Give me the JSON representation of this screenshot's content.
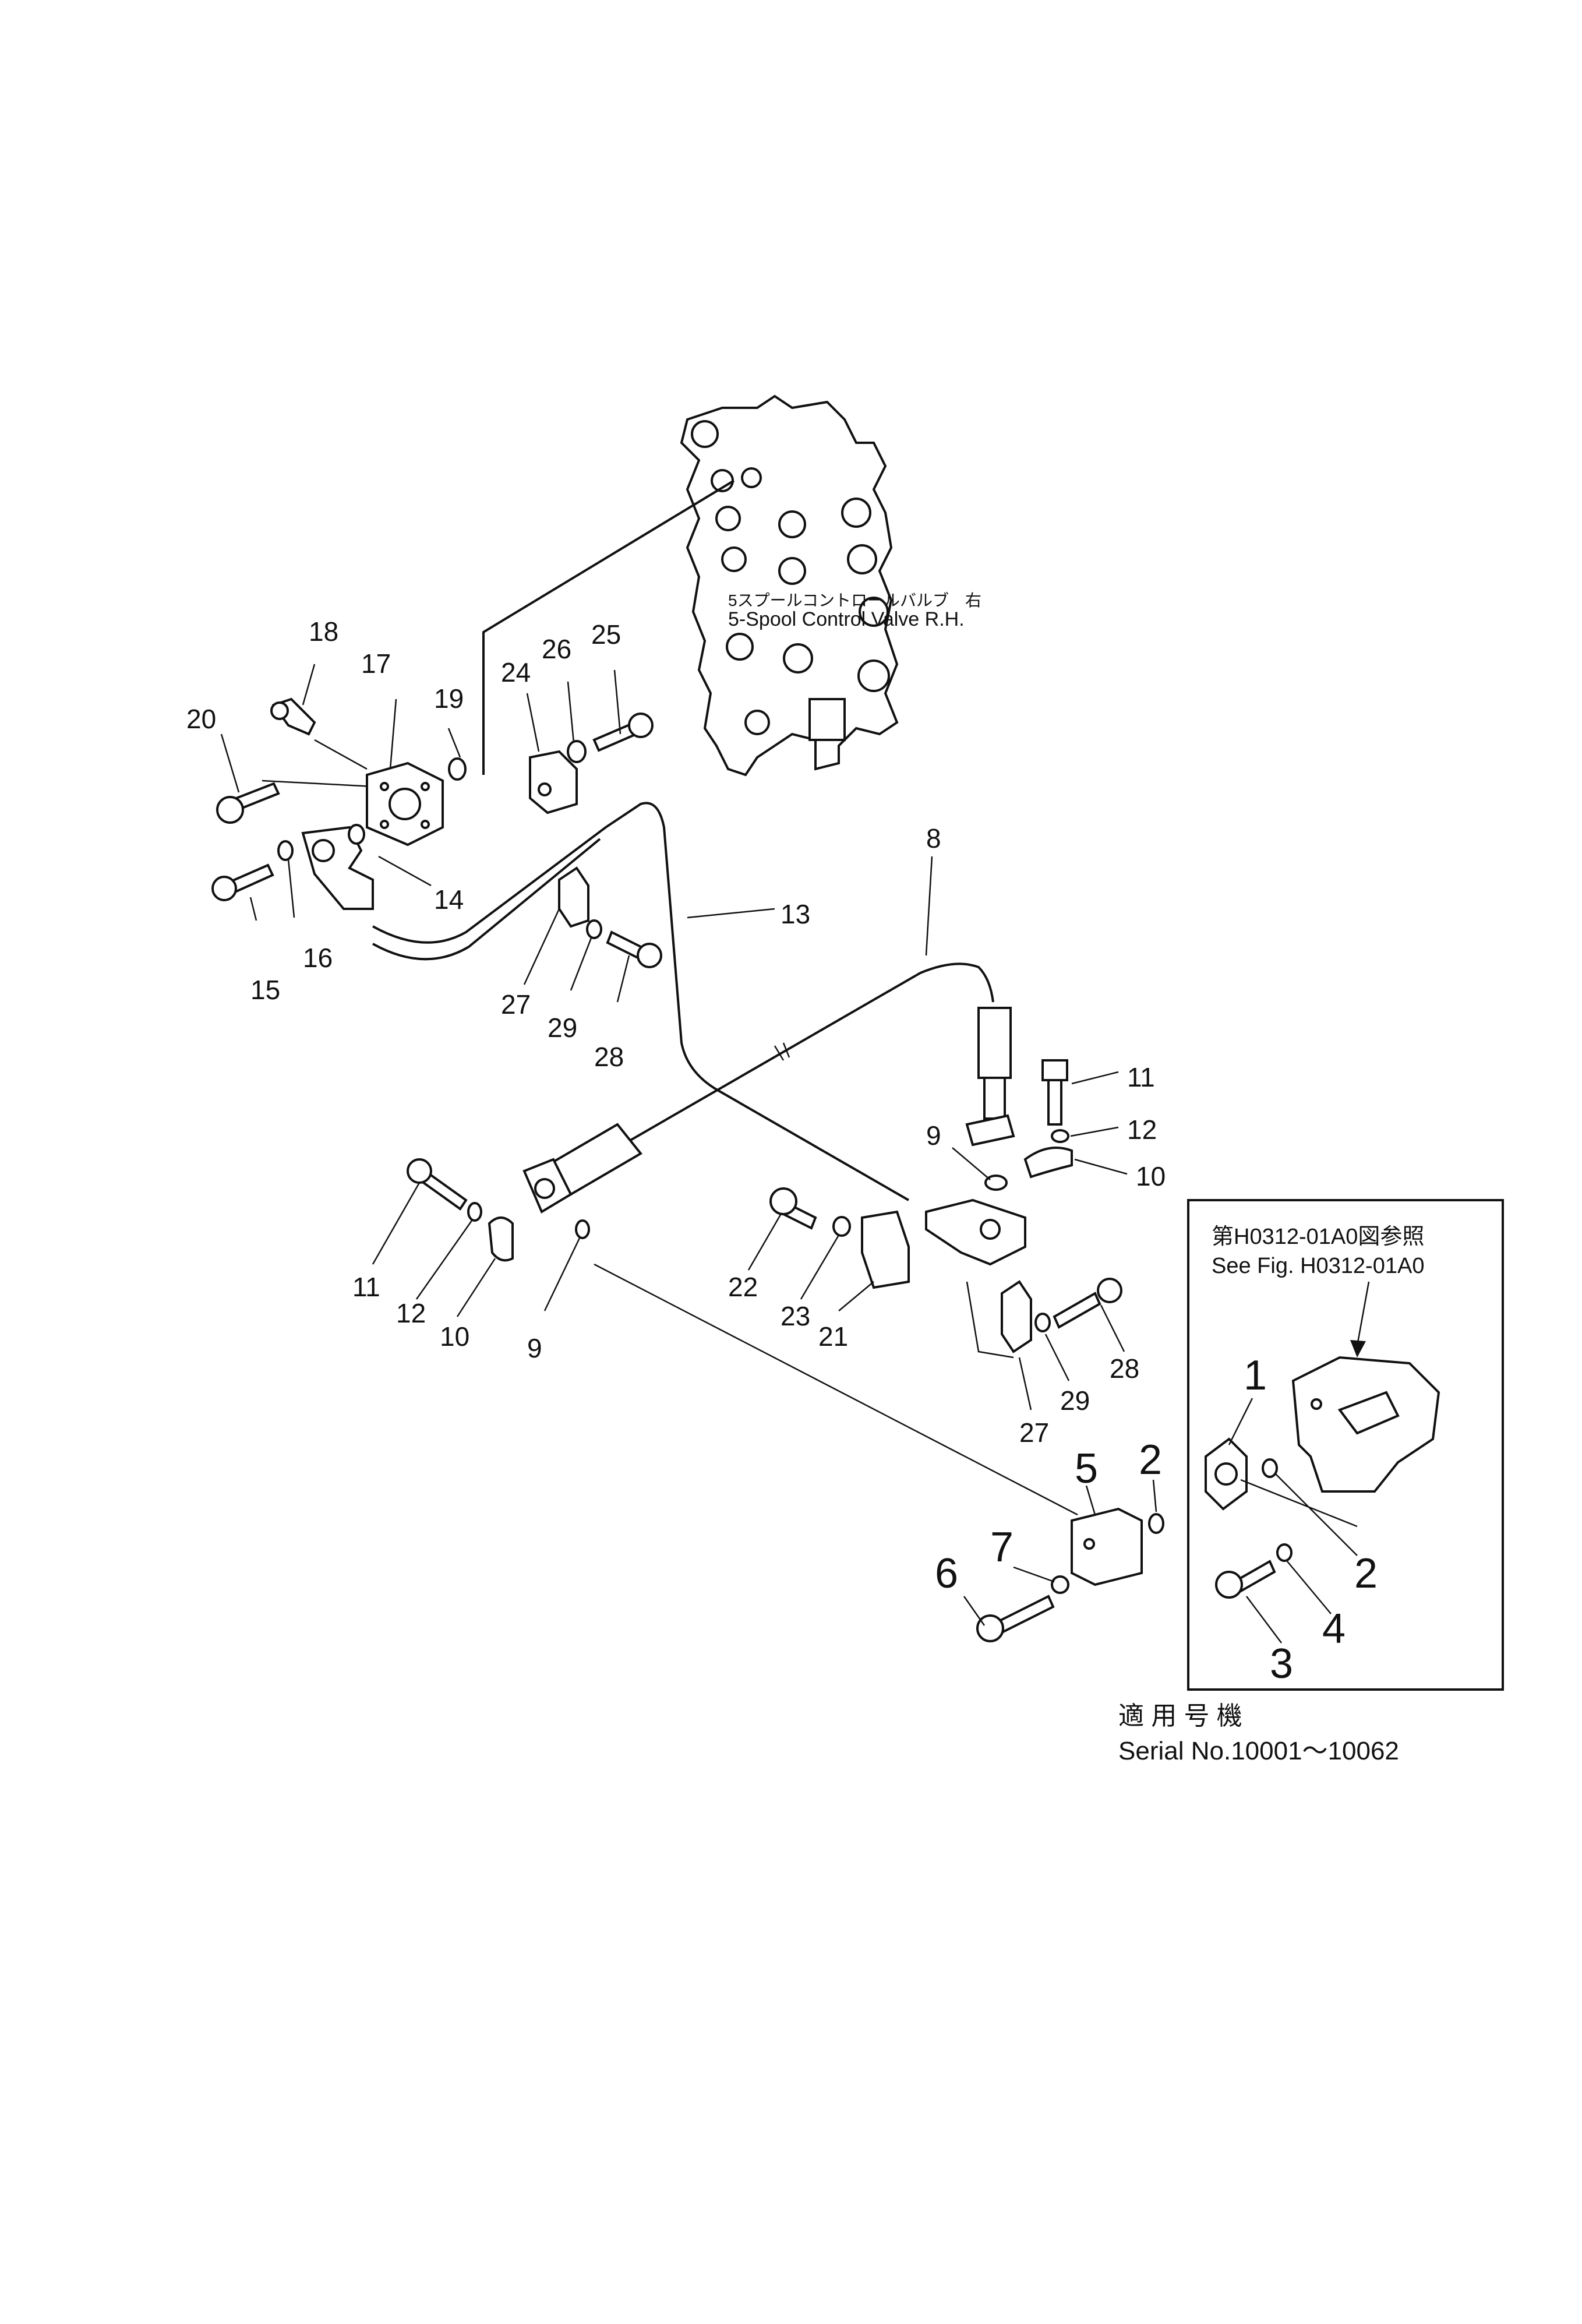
{
  "valve_label": {
    "jp": "5スプールコントロールバルブ　右",
    "en": "5-Spool  Control  Valve  R.H."
  },
  "reference_box": {
    "jp": "第H0312-01A0図参照",
    "en": "See  Fig.  H0312-01A0",
    "callouts": [
      "1",
      "2",
      "3",
      "4"
    ]
  },
  "serial": {
    "jp": "適 用 号 機",
    "en": "Serial  No.10001～10062"
  },
  "callouts": {
    "c2": "2",
    "c5": "5",
    "c6": "6",
    "c7": "7",
    "c8": "8",
    "c9a": "9",
    "c9b": "9",
    "c10a": "10",
    "c10b": "10",
    "c11a": "11",
    "c11b": "11",
    "c12a": "12",
    "c12b": "12",
    "c13": "13",
    "c14": "14",
    "c15": "15",
    "c16": "16",
    "c17": "17",
    "c18": "18",
    "c19": "19",
    "c20": "20",
    "c21": "21",
    "c22": "22",
    "c23": "23",
    "c24": "24",
    "c25": "25",
    "c26": "26",
    "c27a": "27",
    "c27b": "27",
    "c28a": "28",
    "c28b": "28",
    "c29a": "29",
    "c29b": "29"
  }
}
